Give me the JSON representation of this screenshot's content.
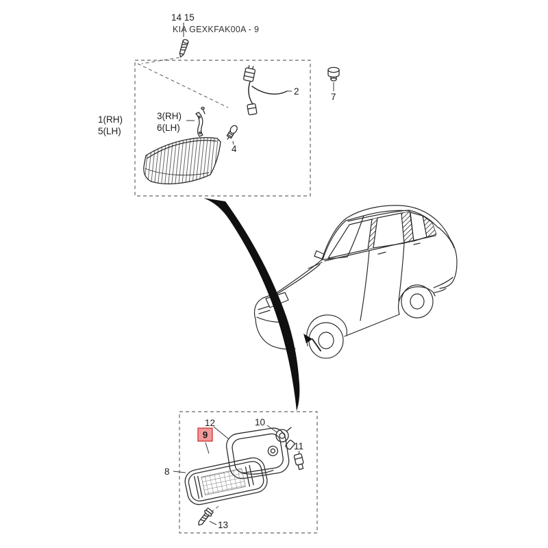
{
  "title": {
    "ref_numbers": "14 15",
    "part_code": "KIA GEXKFAK00A - 9"
  },
  "status": {
    "highlighted_callout": "9"
  },
  "colors": {
    "highlight_fill": "#f29a9a",
    "highlight_border": "#cc3333",
    "highlight_text": "#8a1f1f"
  },
  "callouts": {
    "lens_rh": "1(RH)",
    "lens_lh": "5(LH)",
    "harness": "2",
    "bracket_rh": "3(RH)",
    "bracket_lh": "6(LH)",
    "bulb": "4",
    "grommet": "7",
    "front_lamp": "8",
    "lamp_lens": "9",
    "socket": "10",
    "connector": "11",
    "lamp_housing": "12",
    "screw": "13"
  }
}
